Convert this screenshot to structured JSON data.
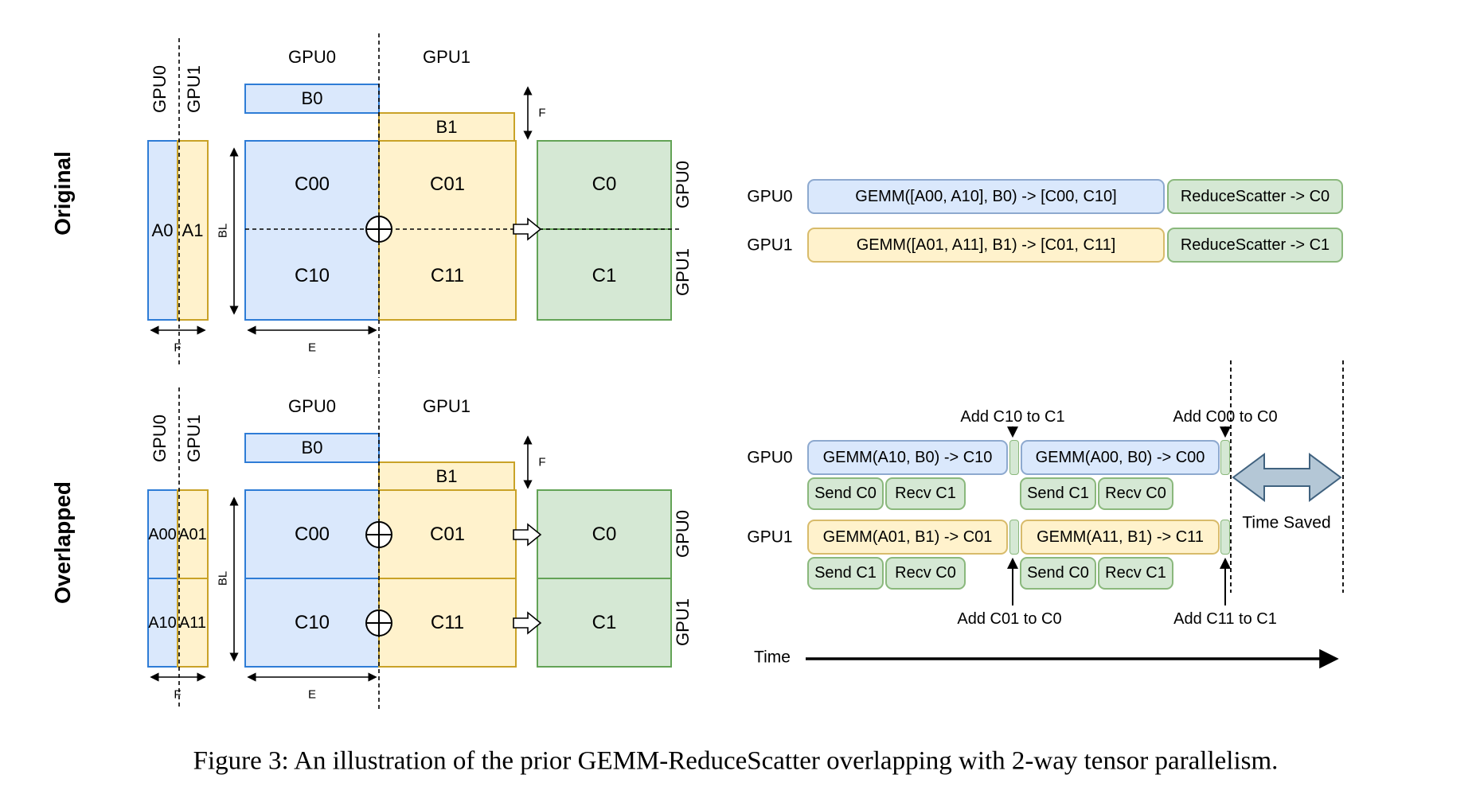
{
  "figure": {
    "caption": "Figure 3: An illustration of the prior GEMM-ReduceScatter overlapping with 2-way tensor parallelism."
  },
  "colors": {
    "blue_fill": "#dae8fc",
    "blue_stroke": "#2e7cd6",
    "blue_stroke_soft": "#8da9cf",
    "yellow_fill": "#fff2cc",
    "yellow_stroke": "#c9a227",
    "yellow_stroke_soft": "#d8bb6b",
    "green_fill": "#d5e8d4",
    "green_stroke": "#63a356",
    "green_stroke_soft": "#8ab87c",
    "arrow_gray_fill": "#b4c7d6",
    "arrow_gray_stroke": "#40627f"
  },
  "original": {
    "section_label": "Original",
    "a_col_headers": {
      "gpu0": "GPU0",
      "gpu1": "GPU1"
    },
    "bc_col_headers": {
      "gpu0": "GPU0",
      "gpu1": "GPU1"
    },
    "b0": "B0",
    "b1": "B1",
    "a0": "A0",
    "a1": "A1",
    "c00": "C00",
    "c01": "C01",
    "c10": "C10",
    "c11": "C11",
    "c0": "C0",
    "c1": "C1",
    "out_row_headers": {
      "gpu0": "GPU0",
      "gpu1": "GPU1"
    },
    "dim_f_top": "F",
    "dim_bl": "BL",
    "dim_f": "F",
    "dim_e": "E"
  },
  "overlapped": {
    "section_label": "Overlapped",
    "a_col_headers": {
      "gpu0": "GPU0",
      "gpu1": "GPU1"
    },
    "bc_col_headers": {
      "gpu0": "GPU0",
      "gpu1": "GPU1"
    },
    "b0": "B0",
    "b1": "B1",
    "a00": "A00",
    "a01": "A01",
    "a10": "A10",
    "a11": "A11",
    "c00": "C00",
    "c01": "C01",
    "c10": "C10",
    "c11": "C11",
    "c0": "C0",
    "c1": "C1",
    "out_row_headers": {
      "gpu0": "GPU0",
      "gpu1": "GPU1"
    },
    "dim_f_top": "F",
    "dim_bl": "BL",
    "dim_f": "F",
    "dim_e": "E"
  },
  "timeline_original": {
    "rows": [
      {
        "label": "GPU0",
        "gemm": "GEMM([A00, A10], B0) -> [C00, C10]",
        "reduce_scatter": "ReduceScatter -> C0"
      },
      {
        "label": "GPU1",
        "gemm": "GEMM([A01, A11], B1) -> [C01, C11]",
        "reduce_scatter": "ReduceScatter -> C1"
      }
    ]
  },
  "timeline_overlapped": {
    "annotations": {
      "add_c10": "Add C10 to C1",
      "add_c00": "Add C00 to C0",
      "add_c01": "Add C01 to C0",
      "add_c11": "Add C11 to C1"
    },
    "rows": [
      {
        "label": "GPU0",
        "gemm1": "GEMM(A10, B0) -> C10",
        "gemm2": "GEMM(A00, B0) -> C00",
        "comm": [
          "Send C0",
          "Recv C1",
          "Send C1",
          "Recv C0"
        ]
      },
      {
        "label": "GPU1",
        "gemm1": "GEMM(A01, B1) -> C01",
        "gemm2": "GEMM(A11, B1) -> C11",
        "comm": [
          "Send C1",
          "Recv C0",
          "Send C0",
          "Recv C1"
        ]
      }
    ],
    "time_label": "Time",
    "time_saved_label": "Time Saved"
  }
}
